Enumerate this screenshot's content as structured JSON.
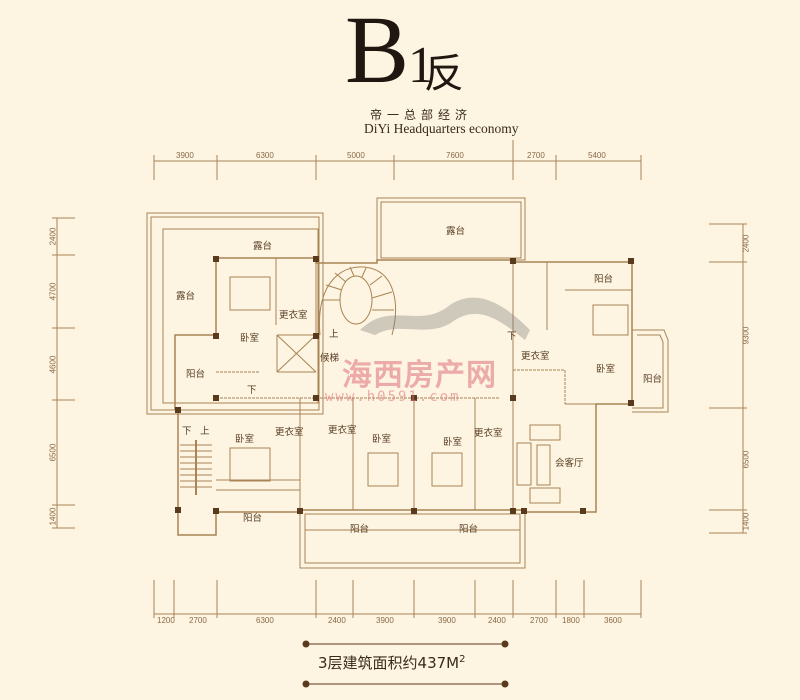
{
  "header": {
    "title_letter": "B",
    "title_number": "1",
    "title_suffix": "反",
    "subtitle_cn": "帝一总部经济",
    "subtitle_en": "DiYi Headquarters economy"
  },
  "dimensions": {
    "top": [
      "3900",
      "6300",
      "5000",
      "7600",
      "2700",
      "5400"
    ],
    "bottom": [
      "1200",
      "2700",
      "6300",
      "2400",
      "3900",
      "3900",
      "2400",
      "2700",
      "1800",
      "3600"
    ],
    "left": [
      "2400",
      "4700",
      "4600",
      "6500",
      "1400"
    ],
    "right": [
      "2400",
      "9300",
      "6500",
      "1400"
    ]
  },
  "rooms": [
    "露台",
    "露台",
    "露台",
    "卧室",
    "更衣室",
    "上",
    "候梯",
    "阳台",
    "下",
    "下",
    "上",
    "卧室",
    "更衣室",
    "更衣室",
    "卧室",
    "卧室",
    "更衣室",
    "阳台",
    "阳台",
    "阳台",
    "阳台",
    "更衣室",
    "卧室",
    "阳台",
    "会客厅",
    "下"
  ],
  "watermark": {
    "name": "海西房产网",
    "url": "www.h0591.com"
  },
  "footer": {
    "area_label": "3层建筑面积约437M",
    "area_sup": "2"
  },
  "colors": {
    "background": "#fdf4e1",
    "line": "#a88456",
    "wall": "#5a3a1c",
    "watermark": "#e07882"
  }
}
